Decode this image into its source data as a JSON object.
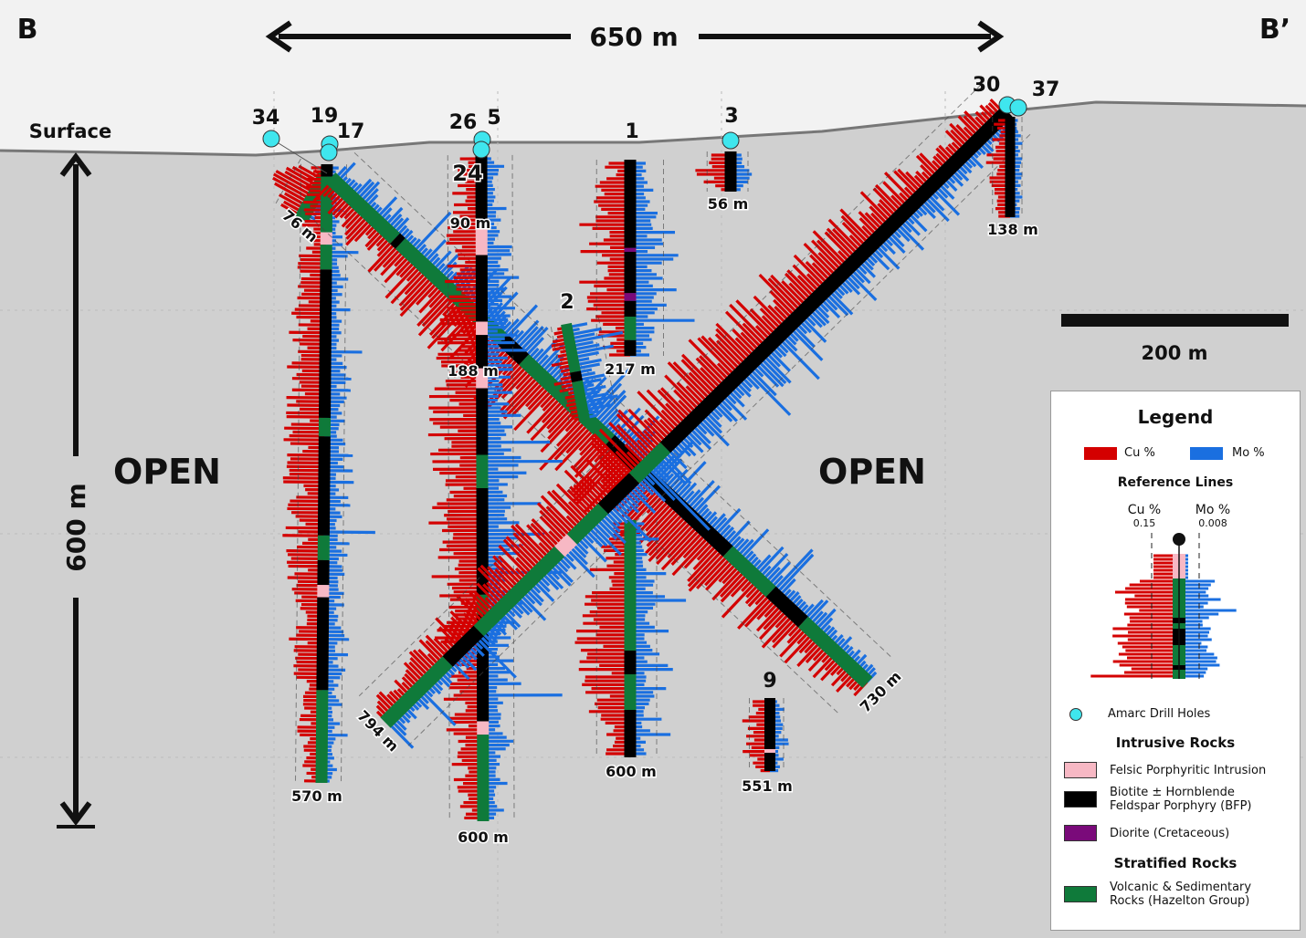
{
  "section": {
    "left_label": "B",
    "right_label": "B’",
    "width_label": "650 m",
    "depth_label": "600 m",
    "surface_label": "Surface",
    "open_left": "OPEN",
    "open_right": "OPEN",
    "scale_label": "200 m"
  },
  "holes": [
    {
      "id": "34",
      "depth": "76 m"
    },
    {
      "id": "19",
      "depth": "570 m"
    },
    {
      "id": "17",
      "depth": "730 m"
    },
    {
      "id": "26",
      "depth": "90 m"
    },
    {
      "id": "5",
      "depth": "188 m"
    },
    {
      "id": "24",
      "depth": "600 m"
    },
    {
      "id": "1",
      "depth": "217 m"
    },
    {
      "id": "3",
      "depth": "56 m"
    },
    {
      "id": "2",
      "depth": "600 m"
    },
    {
      "id": "30",
      "depth": "794 m"
    },
    {
      "id": "37",
      "depth": "138 m"
    },
    {
      "id": "9",
      "depth": "551 m"
    }
  ],
  "legend": {
    "title": "Legend",
    "cu_label": "Cu %",
    "mo_label": "Mo %",
    "reference_title": "Reference Lines",
    "ref_cu_label": "Cu %",
    "ref_cu_value": "0.15",
    "ref_mo_label": "Mo %",
    "ref_mo_value": "0.008",
    "drill_holes": "Amarc Drill Holes",
    "intrusive_title": "Intrusive Rocks",
    "felsic": "Felsic Porphyritic Intrusion",
    "bfp_line1": "Biotite ± Hornblende",
    "bfp_line2": "Feldspar Porphyry (BFP)",
    "diorite": "Diorite (Cretaceous)",
    "stratified_title": "Stratified Rocks",
    "volcanic_line1": "Volcanic & Sedimentary",
    "volcanic_line2": "Rocks (Hazelton Group)"
  },
  "colors": {
    "cu": "#d40000",
    "mo": "#1a6fe0",
    "felsic": "#f7b8c4",
    "bfp": "#000000",
    "diorite": "#7a0a7a",
    "volcanic": "#0f7a3a",
    "collar": "#3fe6ee",
    "sky": "#f2f2f2",
    "ground": "#d0d0d0"
  }
}
